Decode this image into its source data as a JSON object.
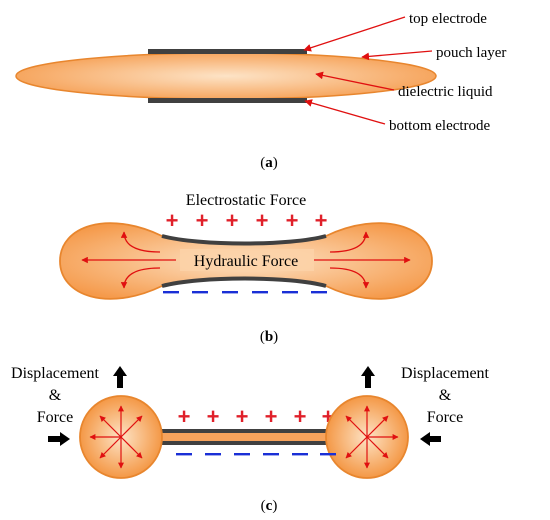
{
  "panel_a": {
    "labels": {
      "top_electrode": "top electrode",
      "pouch_layer": "pouch layer",
      "dielectric_liquid": "dielectric liquid",
      "bottom_electrode": "bottom electrode"
    },
    "caption_open": "(",
    "caption_letter": "a",
    "caption_close": ")"
  },
  "panel_b": {
    "electrostatic_force": "Electrostatic Force",
    "hydraulic_force": "Hydraulic Force",
    "plus_signs": [
      "+",
      "+",
      "+",
      "+",
      "+",
      "+"
    ],
    "caption_open": "(",
    "caption_letter": "b",
    "caption_close": ")"
  },
  "panel_c": {
    "left_label": [
      "Displacement",
      "&",
      "Force"
    ],
    "right_label": [
      "Displacement",
      "&",
      "Force"
    ],
    "plus_signs": [
      "+",
      "+",
      "+",
      "+",
      "+",
      "+"
    ],
    "caption_open": "(",
    "caption_letter": "c",
    "caption_close": ")"
  },
  "colors": {
    "pouch_fill": "#f7a35c",
    "pouch_stroke": "#e8862e",
    "electrode": "#404040",
    "arrow_red": "#e01010",
    "plus_red": "#e0202a",
    "minus_blue": "#1a2fd6"
  }
}
